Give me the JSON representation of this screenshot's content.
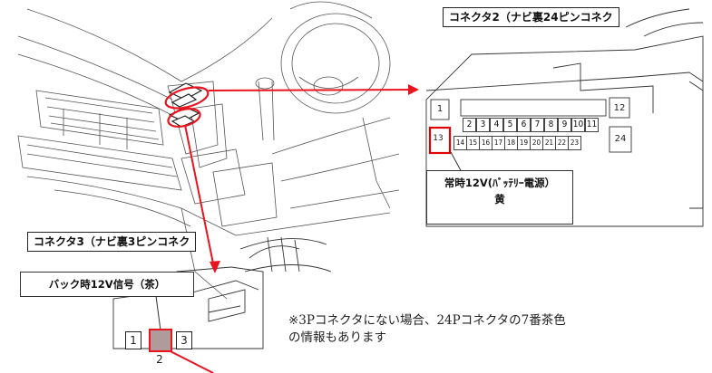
{
  "connector2": {
    "title": "コネクタ2（ナビ裏24ピンコネク",
    "pins_top_left": "1",
    "pins_top_right": "12",
    "pins_row1": [
      "2",
      "3",
      "4",
      "5",
      "6",
      "7",
      "8",
      "9",
      "10",
      "11"
    ],
    "pins_row2": [
      "14",
      "15",
      "16",
      "17",
      "18",
      "19",
      "20",
      "21",
      "22",
      "23"
    ],
    "pin_highlight": "13",
    "pin_bottom_right": "24",
    "callout_line1": "常時12V(ﾊﾞｯﾃﾘｰ電源）",
    "callout_line2": "黄",
    "highlight_color": "#e00000"
  },
  "connector3": {
    "title": "コネクタ3（ナビ裏3ピンコネク",
    "callout": "バック時12V信号（茶）",
    "pin_left": "1",
    "pin_right": "3",
    "pin_bottom": "2",
    "highlight_pin_color": "#b09a9a"
  },
  "note": {
    "line1": "※3Pコネクタにない場合、24Pコネクタの7番茶色",
    "line2": "の情報もあります"
  },
  "arrow_color": "#e8141e"
}
